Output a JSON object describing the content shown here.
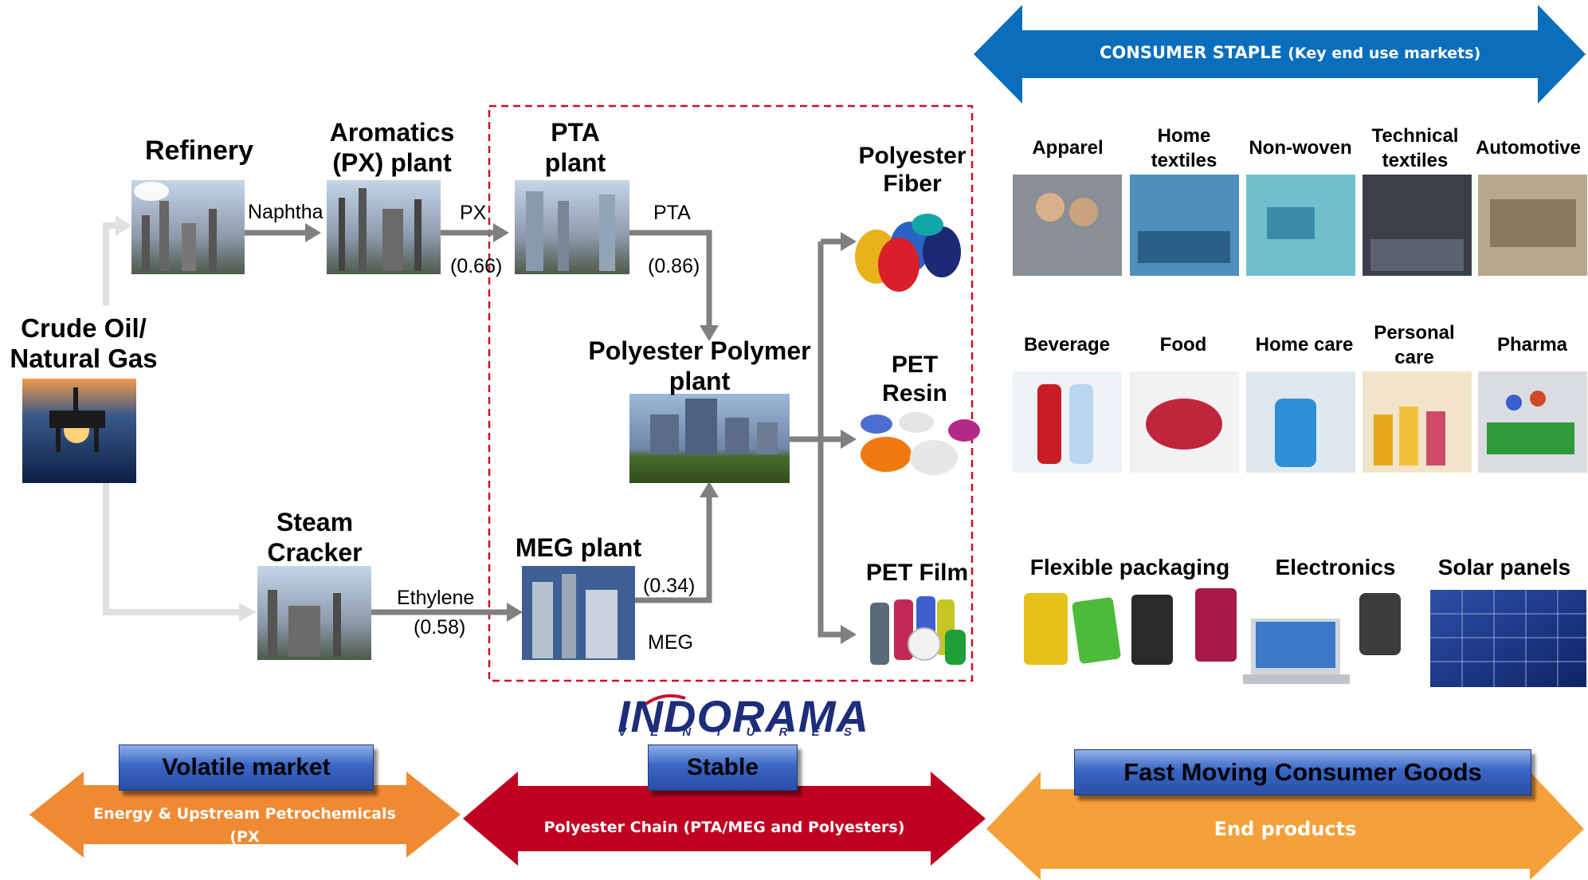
{
  "colors": {
    "flow_arrow": "#808080",
    "crude_arrow": "#e0e0e0",
    "chain_box": "#c8102e",
    "blue_arrow": "#0a6ebd",
    "orange_arrow": "#ef8a33",
    "red_arrow": "#c00022",
    "end_orange": "#f5a03a",
    "logo_blue": "#1d2d7a"
  },
  "nodes": {
    "crude": "Crude Oil/\nNatural Gas",
    "refinery": "Refinery",
    "aromatics": "Aromatics\n(PX) plant",
    "pta": "PTA\nplant",
    "polymer": "Polyester Polymer\nplant",
    "steam": "Steam\nCracker",
    "meg": "MEG plant",
    "fiber": "Polyester\nFiber",
    "resin": "PET\nResin",
    "film": "PET Film"
  },
  "flows": {
    "naphtha": "Naphtha",
    "px": "PX",
    "px_ratio": "(0.66)",
    "pta": "PTA",
    "pta_ratio": "(0.86)",
    "ethylene": "Ethylene",
    "ethylene_ratio": "(0.58)",
    "meg_ratio": "(0.34)",
    "meg": "MEG"
  },
  "consumer_banner": {
    "main": "CONSUMER STAPLE",
    "sub": "(Key end use markets)"
  },
  "markets_row1": [
    {
      "label": "Apparel",
      "icon": "apparel-photo"
    },
    {
      "label": "Home\ntextiles",
      "icon": "home-textiles-photo"
    },
    {
      "label": "Non-woven",
      "icon": "non-woven-photo"
    },
    {
      "label": "Technical\ntextiles",
      "icon": "technical-textiles-photo"
    },
    {
      "label": "Automotive",
      "icon": "automotive-photo"
    }
  ],
  "markets_row2": [
    {
      "label": "Beverage",
      "icon": "beverage-photo"
    },
    {
      "label": "Food",
      "icon": "food-photo"
    },
    {
      "label": "Home care",
      "icon": "home-care-photo"
    },
    {
      "label": "Personal\ncare",
      "icon": "personal-care-photo"
    },
    {
      "label": "Pharma",
      "icon": "pharma-photo"
    }
  ],
  "markets_row3": [
    {
      "label": "Flexible packaging",
      "icon": "flexible-packaging-photo"
    },
    {
      "label": "Electronics",
      "icon": "electronics-photo"
    },
    {
      "label": "Solar panels",
      "icon": "solar-panels-photo"
    }
  ],
  "logo": {
    "name": "INDORAMA",
    "sub": "V E N T U R E S"
  },
  "segments": [
    {
      "box": "Volatile market",
      "arrow": "Energy & Upstream Petrochemicals (PX\nand Ethylene)"
    },
    {
      "box": "Stable",
      "arrow": "Polyester Chain (PTA/MEG and Polyesters)"
    },
    {
      "box": "Fast Moving Consumer Goods",
      "arrow": "End products"
    }
  ]
}
